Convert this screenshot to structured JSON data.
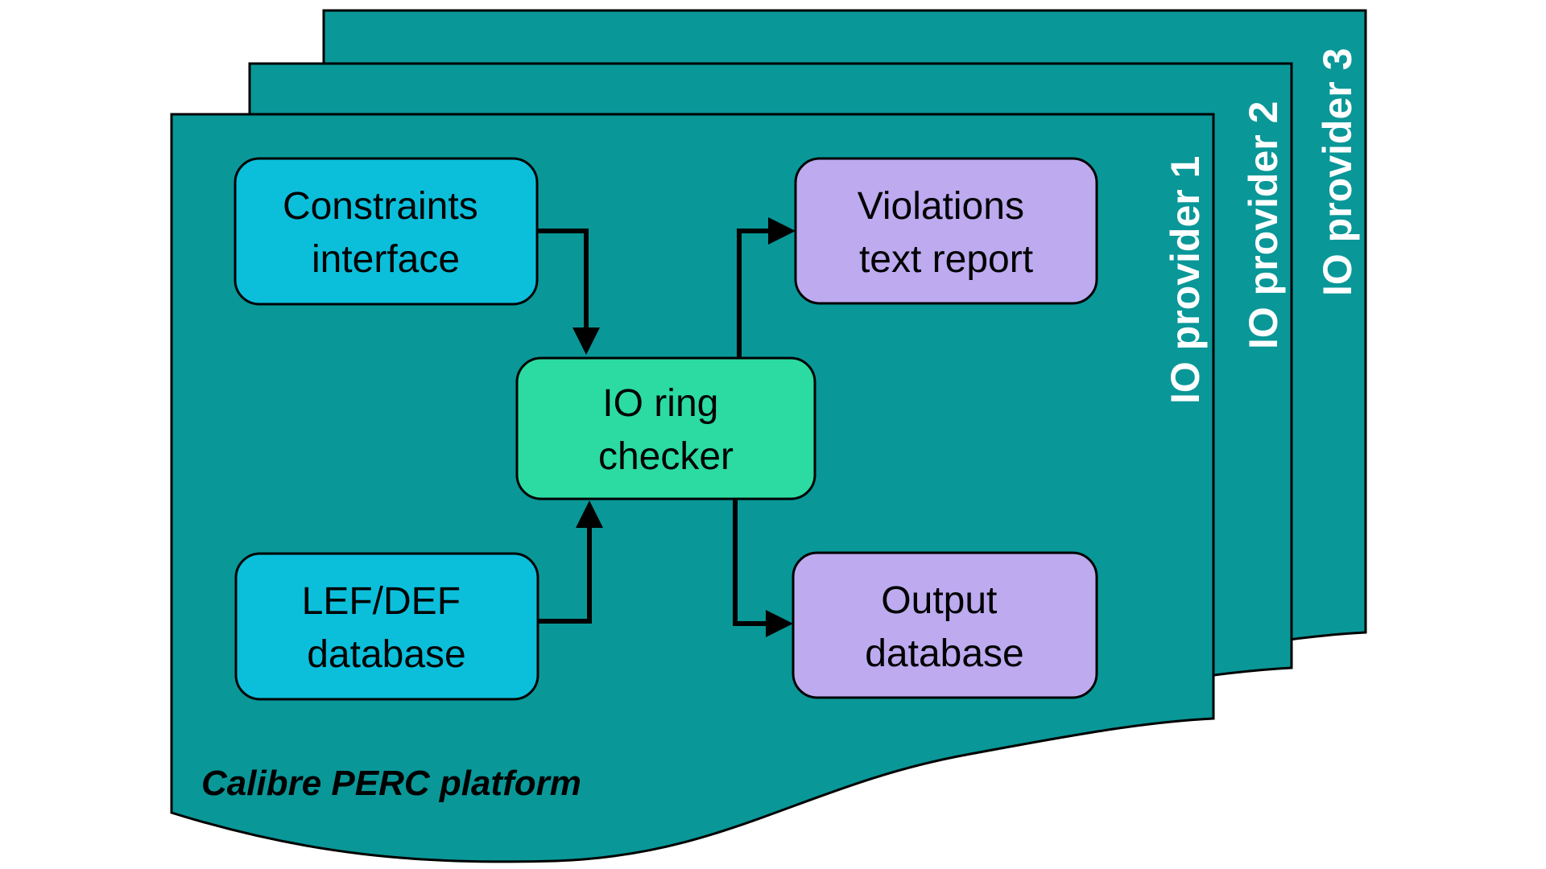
{
  "diagram": {
    "platform_label": "Calibre PERC platform",
    "panels": [
      {
        "label": "IO provider 1"
      },
      {
        "label": "IO provider 2"
      },
      {
        "label": "IO provider 3"
      }
    ],
    "nodes": {
      "constraints": {
        "line1": "Constraints",
        "line2": "interface"
      },
      "lefdef": {
        "line1": "LEF/DEF",
        "line2": "database"
      },
      "checker": {
        "line1": "IO ring",
        "line2": "checker"
      },
      "violations": {
        "line1": "Violations",
        "line2": "text report"
      },
      "output": {
        "line1": "Output",
        "line2": "database"
      }
    },
    "colors": {
      "panel": "#0A9798",
      "input_box": "#0BBFDB",
      "process_box": "#2BDBA2",
      "output_box": "#BDAAEF",
      "stroke": "#000000",
      "label_text": "#FFFFFF",
      "background": "#FFFFFF"
    }
  }
}
